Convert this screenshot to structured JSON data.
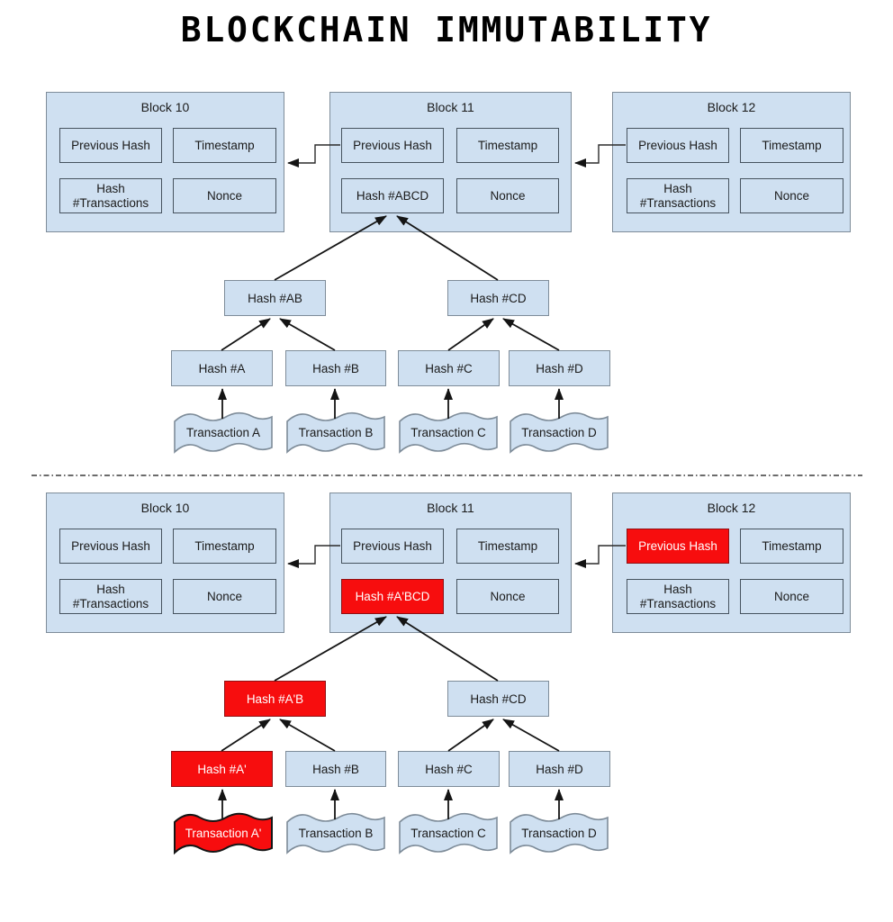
{
  "title": "BLOCKCHAIN IMMUTABILITY",
  "colors": {
    "box_fill": "#cfe0f1",
    "red_fill": "#f70d0e",
    "border_outer": "#7e8c99",
    "border_inner": "#46535f",
    "arrow": "#141414"
  },
  "sections": [
    {
      "name": "original-chain",
      "blocks": [
        {
          "title": "Block 10",
          "cells": [
            {
              "label": "Previous Hash",
              "modified": false
            },
            {
              "label": "Timestamp",
              "modified": false
            },
            {
              "label": "Hash #Transactions",
              "modified": false
            },
            {
              "label": "Nonce",
              "modified": false
            }
          ]
        },
        {
          "title": "Block 11",
          "cells": [
            {
              "label": "Previous Hash",
              "modified": false
            },
            {
              "label": "Timestamp",
              "modified": false
            },
            {
              "label": "Hash #ABCD",
              "modified": false
            },
            {
              "label": "Nonce",
              "modified": false
            }
          ]
        },
        {
          "title": "Block 12",
          "cells": [
            {
              "label": "Previous Hash",
              "modified": false
            },
            {
              "label": "Timestamp",
              "modified": false
            },
            {
              "label": "Hash #Transactions",
              "modified": false
            },
            {
              "label": "Nonce",
              "modified": false
            }
          ]
        }
      ],
      "tree": {
        "parent_hashes": [
          {
            "label": "Hash #AB",
            "modified": false
          },
          {
            "label": "Hash #CD",
            "modified": false
          }
        ],
        "leaf_hashes": [
          {
            "label": "Hash #A",
            "modified": false
          },
          {
            "label": "Hash #B",
            "modified": false
          },
          {
            "label": "Hash #C",
            "modified": false
          },
          {
            "label": "Hash #D",
            "modified": false
          }
        ],
        "transactions": [
          {
            "label": "Transaction A",
            "modified": false
          },
          {
            "label": "Transaction B",
            "modified": false
          },
          {
            "label": "Transaction C",
            "modified": false
          },
          {
            "label": "Transaction D",
            "modified": false
          }
        ]
      }
    },
    {
      "name": "tampered-chain",
      "blocks": [
        {
          "title": "Block 10",
          "cells": [
            {
              "label": "Previous Hash",
              "modified": false
            },
            {
              "label": "Timestamp",
              "modified": false
            },
            {
              "label": "Hash #Transactions",
              "modified": false
            },
            {
              "label": "Nonce",
              "modified": false
            }
          ]
        },
        {
          "title": "Block 11",
          "cells": [
            {
              "label": "Previous Hash",
              "modified": false
            },
            {
              "label": "Timestamp",
              "modified": false
            },
            {
              "label": "Hash #A'BCD",
              "modified": true
            },
            {
              "label": "Nonce",
              "modified": false
            }
          ]
        },
        {
          "title": "Block 12",
          "cells": [
            {
              "label": "Previous Hash",
              "modified": true
            },
            {
              "label": "Timestamp",
              "modified": false
            },
            {
              "label": "Hash #Transactions",
              "modified": false
            },
            {
              "label": "Nonce",
              "modified": false
            }
          ]
        }
      ],
      "tree": {
        "parent_hashes": [
          {
            "label": "Hash #A'B",
            "modified": true
          },
          {
            "label": "Hash #CD",
            "modified": false
          }
        ],
        "leaf_hashes": [
          {
            "label": "Hash #A'",
            "modified": true
          },
          {
            "label": "Hash #B",
            "modified": false
          },
          {
            "label": "Hash #C",
            "modified": false
          },
          {
            "label": "Hash #D",
            "modified": false
          }
        ],
        "transactions": [
          {
            "label": "Transaction A'",
            "modified": true
          },
          {
            "label": "Transaction B",
            "modified": false
          },
          {
            "label": "Transaction C",
            "modified": false
          },
          {
            "label": "Transaction D",
            "modified": false
          }
        ]
      }
    }
  ]
}
